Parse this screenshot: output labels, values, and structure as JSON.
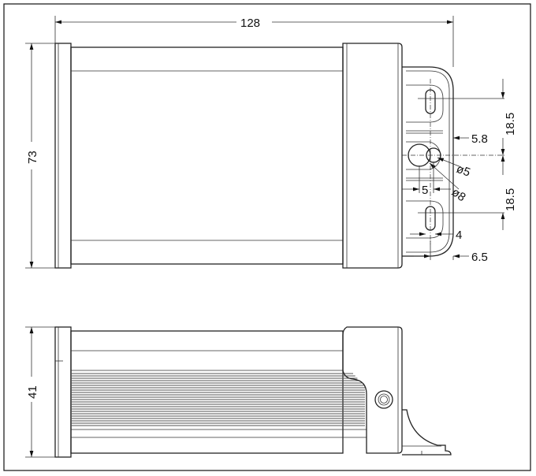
{
  "dimensions": {
    "overall_length": "128",
    "top_height": "73",
    "side_height": "41",
    "slot_spacing_upper": "18.5",
    "slot_spacing_lower": "18.5",
    "bracket_offset": "5.8",
    "hole_small_dia": "ø5",
    "hole_large_dia": "ø8",
    "hole_spacing": "5",
    "slot_width": "4",
    "slot_offset": "6.5"
  }
}
